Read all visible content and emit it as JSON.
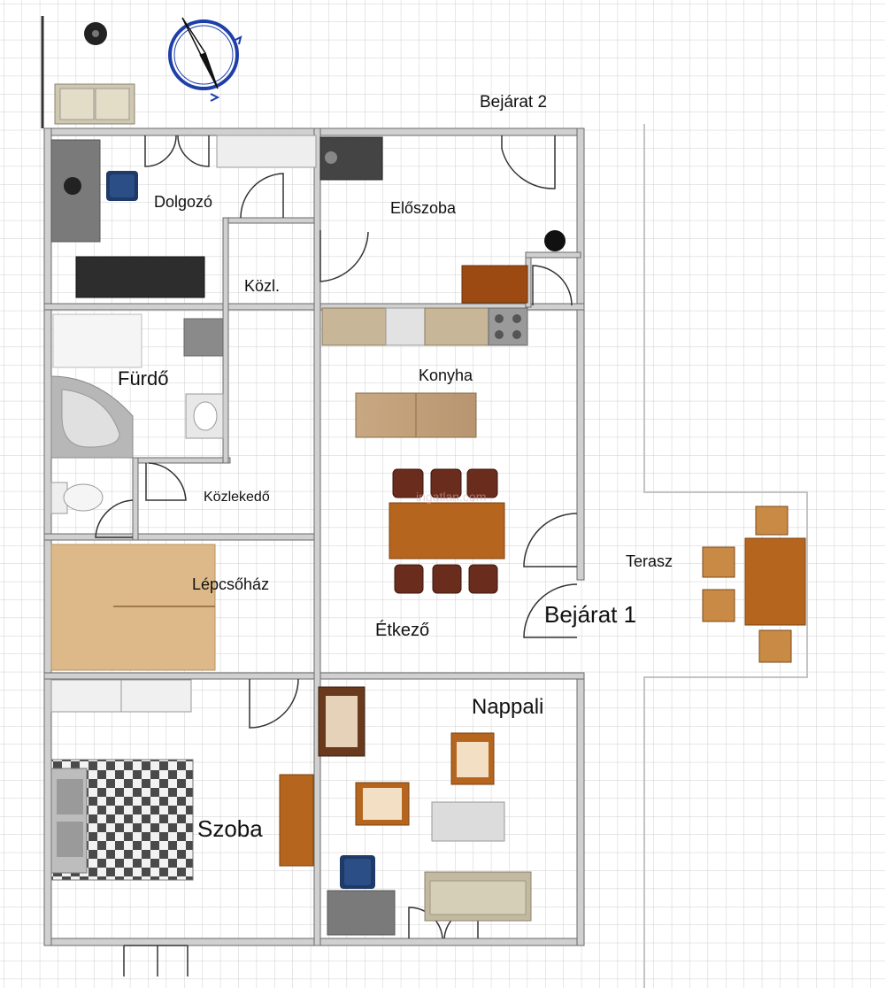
{
  "rooms": {
    "dolgozo": "Dolgozó",
    "eloszoba": "Előszoba",
    "kozl": "Közl.",
    "furdo": "Fürdő",
    "konyha": "Konyha",
    "kozlekedo": "Közlekedő",
    "lepcsohaz": "Lépcsőház",
    "etkezo": "Étkező",
    "nappali": "Nappali",
    "szoba": "Szoba",
    "terasz": "Terasz"
  },
  "entrances": {
    "bejarat1": "Bejárat 1",
    "bejarat2": "Bejárat 2"
  },
  "watermark": "ingatlan.com",
  "colors": {
    "grid": "#cfcfcf",
    "wall": "#c9c9c9",
    "wall_edge": "#707070",
    "wood": "#b5651d",
    "stair": "#ddb98a",
    "compass": "#1e3fa8"
  }
}
